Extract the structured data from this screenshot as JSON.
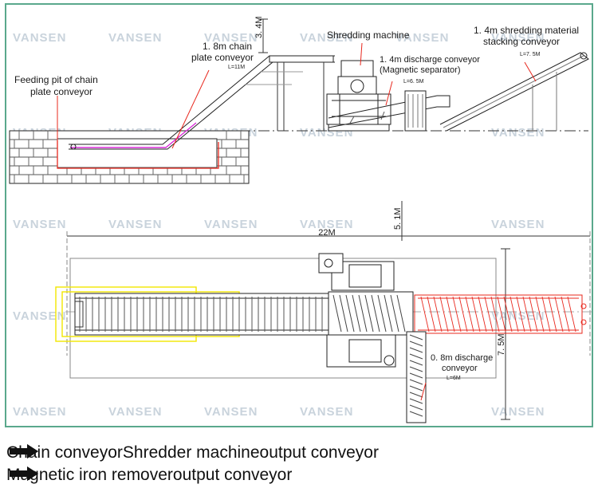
{
  "watermark": {
    "text": "VANSEN"
  },
  "labels": {
    "feeding_pit": [
      "Feeding pit of chain",
      "plate conveyor"
    ],
    "chain_plate_conveyor": [
      "1. 8m chain",
      "plate conveyor"
    ],
    "chain_plate_len": "L=11M",
    "shredding_machine": "Shredding machine",
    "discharge_conveyor": [
      "1. 4m discharge conveyor",
      "(Magnetic separator)"
    ],
    "discharge_len": "L=6. 5M",
    "stacking_conveyor": [
      "1. 4m shredding material",
      "stacking conveyor"
    ],
    "stacking_len": "L=7. 5M",
    "height_top": "3. 4M",
    "height_plan": "5. 1M",
    "width_plan": "22M",
    "depth_plan": "7. 5M",
    "side_conveyor": [
      "0. 8m discharge",
      "conveyor"
    ],
    "side_len": "L=6M"
  },
  "flow": {
    "row1": [
      "Chain conveyor",
      "Shredder machine",
      "output conveyor"
    ],
    "row2": [
      "Magnetic iron remover",
      "output conveyor"
    ]
  },
  "colors": {
    "frame": "#5aa88c",
    "leader": "#e8281e",
    "highlight_red": "#e8281e",
    "highlight_yellow": "#f2e600",
    "magenta": "#d82bd8"
  }
}
